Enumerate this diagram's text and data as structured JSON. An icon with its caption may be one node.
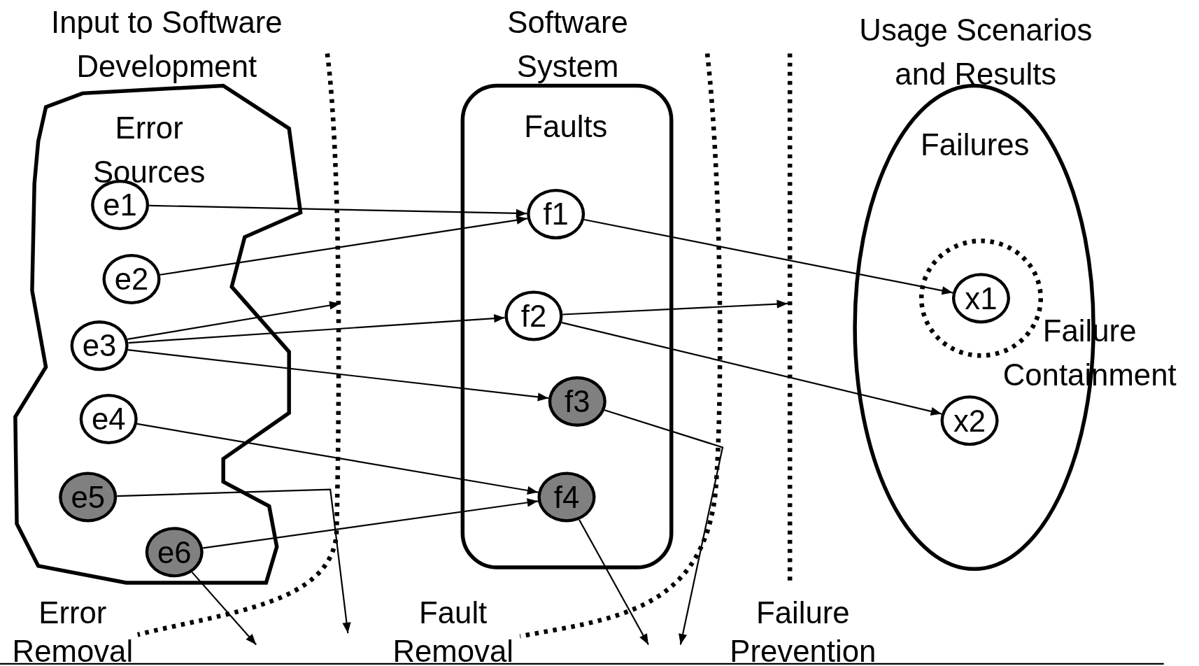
{
  "diagram": {
    "nodes": [
      {
        "text": [
          "Input to Software Development",
          "Error Sources"
        ]
      },
      {
        "text": [
          "e1"
        ],
        "in": 0
      },
      {
        "text": [
          "e2"
        ],
        "in": 0
      },
      {
        "text": [
          "e3"
        ],
        "in": 0
      },
      {
        "text": [
          "e4"
        ],
        "in": 0
      },
      {
        "text": [
          "e5"
        ],
        "in": 0
      },
      {
        "text": [
          "e6"
        ],
        "in": 0
      },
      {
        "text": [
          "Software System",
          "Faults"
        ]
      },
      {
        "text": [
          "f1"
        ],
        "in": 7
      },
      {
        "text": [
          "f2"
        ],
        "in": 7
      },
      {
        "text": [
          "f3"
        ],
        "in": 7
      },
      {
        "text": [
          "f4"
        ],
        "in": 7
      },
      {
        "text": [
          "Usage Scenarios and Results",
          "Failures"
        ]
      },
      {
        "text": [
          "Failure Containment"
        ],
        "in": 12
      },
      {
        "text": [
          "x1"
        ],
        "in": 13
      },
      {
        "text": [
          "x2"
        ],
        "in": 12
      }
    ],
    "edges": [
      {
        "from": 1,
        "to": 8,
        "arrow": "to"
      },
      {
        "from": 2,
        "to": 8,
        "arrow": "to"
      },
      {
        "from": 3,
        "to": null,
        "arrow": "to"
      },
      {
        "from": 3,
        "to": 9,
        "arrow": "to"
      },
      {
        "from": 3,
        "to": 10,
        "arrow": "to"
      },
      {
        "from": 4,
        "to": 11,
        "arrow": "to"
      },
      {
        "from": 5,
        "to": null,
        "arrow": "to"
      },
      {
        "from": 6,
        "to": 11,
        "arrow": "to"
      },
      {
        "from": 6,
        "to": null,
        "arrow": "to"
      },
      {
        "from": 8,
        "to": 14,
        "arrow": "to"
      },
      {
        "from": 9,
        "to": null,
        "arrow": "to"
      },
      {
        "from": 9,
        "to": 15,
        "arrow": "to"
      },
      {
        "from": 10,
        "to": null,
        "arrow": "to"
      },
      {
        "from": 11,
        "to": null,
        "arrow": "to"
      }
    ],
    "labels": [
      "Error Removal",
      "Fault Removal",
      "Failure Prevention"
    ]
  }
}
